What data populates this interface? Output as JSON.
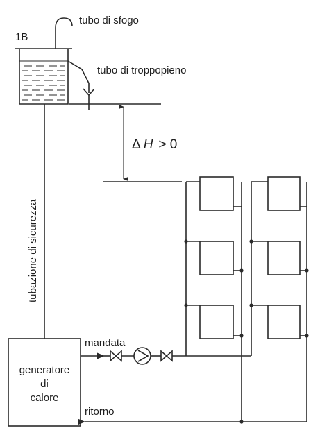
{
  "labels": {
    "tank_id": "1B",
    "vent_pipe": "tubo di sfogo",
    "overflow_pipe": "tubo di troppopieno",
    "delta_symbol": "Δ",
    "delta_var": "H",
    "delta_rel": "> 0",
    "safety_pipe": "tubazione di sicurezza",
    "flow": "mandata",
    "return": "ritorno",
    "generator_l1": "generatore",
    "generator_l2": "di",
    "generator_l3": "calore"
  }
}
